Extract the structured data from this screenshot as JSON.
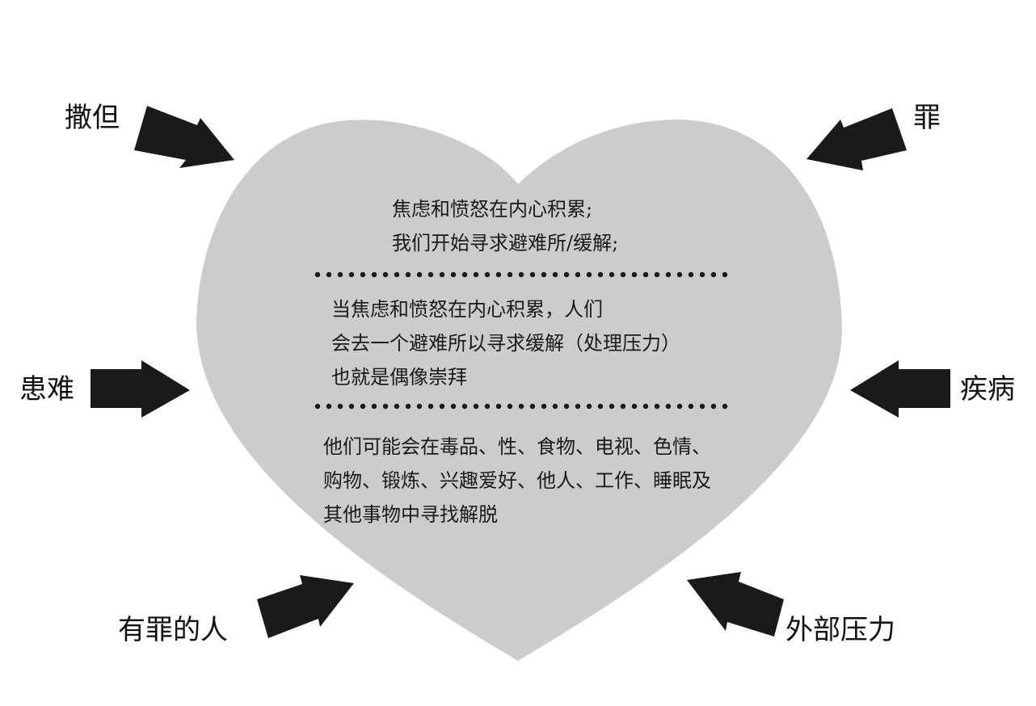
{
  "pressures": {
    "top_left": "撒但",
    "top_right": "罪",
    "mid_left": "患难",
    "mid_right": "疾病",
    "bottom_left": "有罪的人",
    "bottom_right": "外部压力"
  },
  "heart": {
    "section1": [
      "焦虑和愤怒在内心积累;",
      "我们开始寻求避难所/缓解;"
    ],
    "section2": [
      "当焦虑和愤怒在内心积累，人们",
      "会去一个避难所以寻求缓解（处理压力）",
      "也就是偶像崇拜"
    ],
    "section3": [
      "他们可能会在毒品、性、食物、电视、色情、",
      "购物、锻炼、兴趣爱好、他人、工作、睡眠及",
      "其他事物中寻找解脱"
    ]
  },
  "colors": {
    "heart_fill": "#cccccc",
    "arrow_fill": "#1a1a1a",
    "text": "#1a1a1a",
    "background": "#ffffff"
  },
  "icons": {
    "arrow": "arrow-icon",
    "heart": "heart-shape"
  }
}
